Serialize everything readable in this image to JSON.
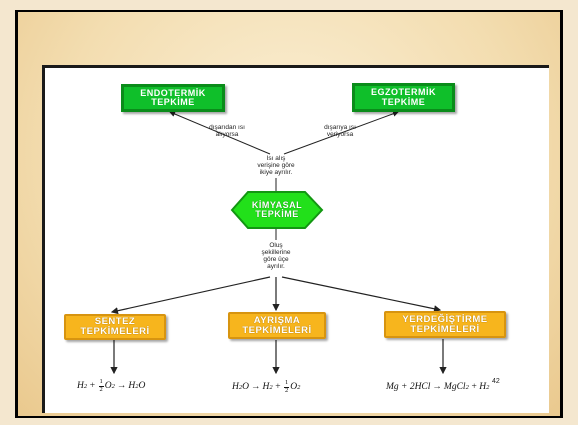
{
  "slide": {
    "page_number": "42"
  },
  "diagram": {
    "top_left_box": {
      "line1": "ENDOTERMİK",
      "line2": "TEPKİME"
    },
    "top_right_box": {
      "line1": "EGZOTERMİK",
      "line2": "TEPKİME"
    },
    "left_note": {
      "line1": "dışarıdan ısı",
      "line2": "alıyorsa"
    },
    "right_note": {
      "line1": "dışarıya ısı",
      "line2": "veriyorsa"
    },
    "heat_note": {
      "line1": "Isı alış",
      "line2": "verişine göre",
      "line3": "ikiye ayrılır."
    },
    "center_node": {
      "line1": "KİMYASAL",
      "line2": "TEPKİME"
    },
    "formation_note": {
      "line1": "Oluş",
      "line2": "şekillerine",
      "line3": "göre üçe",
      "line4": "ayrılır."
    },
    "bottom_boxes": [
      {
        "line1": "SENTEZ",
        "line2": "TEPKİMELERİ"
      },
      {
        "line1": "AYRIŞMA",
        "line2": "TEPKİMELERİ"
      },
      {
        "line1": "YERDEĞİŞTİRME",
        "line2": "TEPKİMELERİ"
      }
    ],
    "formulas": {
      "synthesis": {
        "a": "H",
        "a_sub": "2",
        "plus": "+",
        "num": "1",
        "den": "2",
        "b": "O",
        "b_sub": "2",
        "arrow": "→",
        "c": "H",
        "c_sub": "2",
        "c2": "O"
      },
      "decomposition": {
        "a": "H",
        "a_sub": "2",
        "a2": "O",
        "arrow": "→",
        "b": "H",
        "b_sub": "2",
        "plus": "+",
        "num": "1",
        "den": "2",
        "c": "O",
        "c_sub": "2"
      },
      "displacement": {
        "a": "Mg + 2HCl",
        "arrow": "→",
        "b": "MgCl",
        "b_sub": "2",
        "plus": "+",
        "c": "H",
        "c_sub": "2"
      }
    },
    "colors": {
      "green_box": "#0fbf2a",
      "center_node": "#22e01a",
      "orange_box": "#f7b51d"
    }
  }
}
